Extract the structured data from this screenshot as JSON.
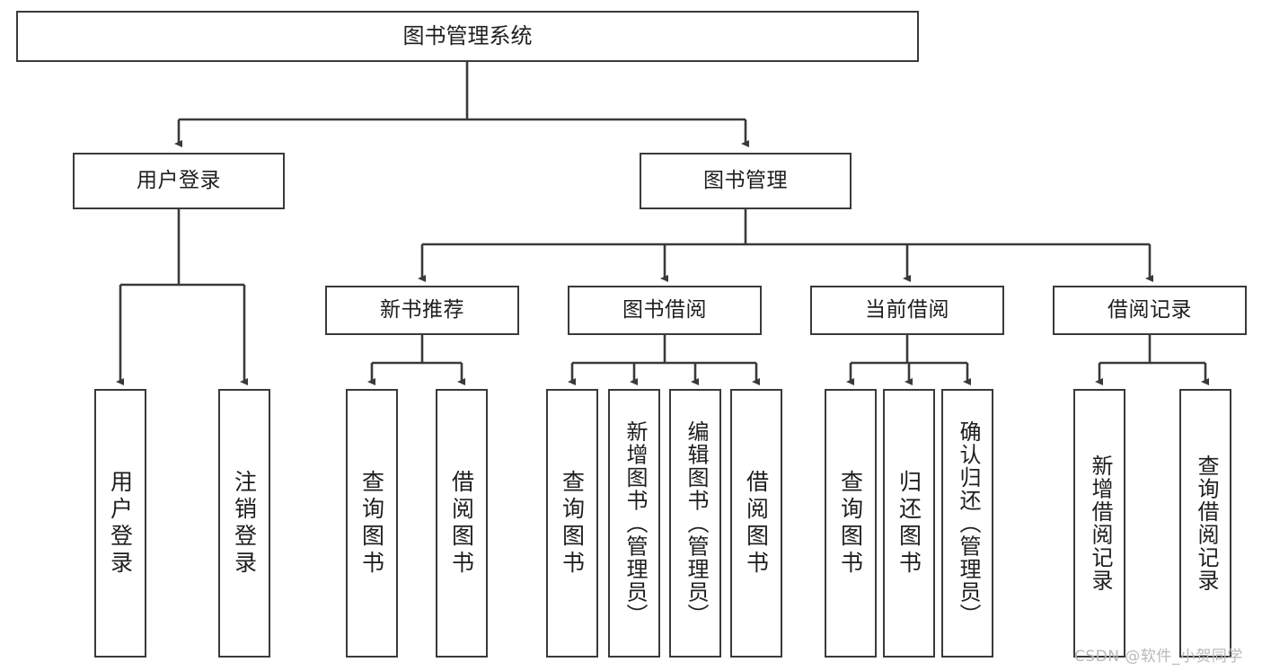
{
  "diagram": {
    "type": "tree-hierarchy",
    "title": "图书管理系统",
    "watermark": "CSDN @软件_小贺同学",
    "colors": {
      "background": "#ffffff",
      "node_border": "#3a3a3a",
      "node_fill": "#ffffff",
      "edge": "#3a3a3a",
      "text": "#1e1e1e",
      "watermark": "#b9b9b9"
    },
    "nodes": {
      "root": {
        "label": "图书管理系统"
      },
      "level2": [
        {
          "label": "用户登录"
        },
        {
          "label": "图书管理"
        }
      ],
      "level3": [
        {
          "label": "新书推荐"
        },
        {
          "label": "图书借阅"
        },
        {
          "label": "当前借阅"
        },
        {
          "label": "借阅记录"
        }
      ],
      "leaves": {
        "user_login": [
          {
            "label": "用户登录"
          },
          {
            "label": "注销登录"
          }
        ],
        "new_book_recommend": [
          {
            "label": "查询图书"
          },
          {
            "label": "借阅图书"
          }
        ],
        "book_borrow": [
          {
            "label": "查询图书"
          },
          {
            "label": "新增图书（管理员）"
          },
          {
            "label": "编辑图书（管理员）"
          },
          {
            "label": "借阅图书"
          }
        ],
        "current_borrow": [
          {
            "label": "查询图书"
          },
          {
            "label": "归还图书"
          },
          {
            "label": "确认归还（管理员）"
          }
        ],
        "borrow_record": [
          {
            "label": "新增借阅记录"
          },
          {
            "label": "查询借阅记录"
          }
        ]
      }
    }
  }
}
